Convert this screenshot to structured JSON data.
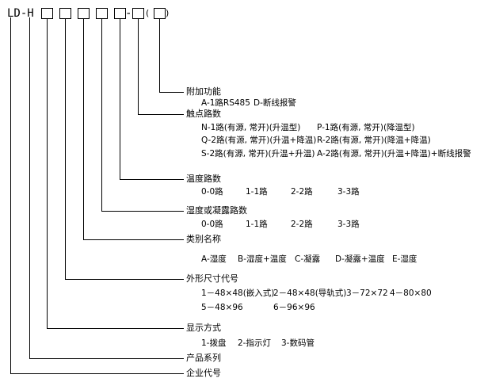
{
  "header": {
    "prefix": "LD-H",
    "dash": "-",
    "open_paren": "(",
    "close_paren": ")"
  },
  "sections": [
    {
      "title": "附加功能",
      "rows": [
        [
          "A-1路RS485",
          "D-断线报警"
        ]
      ]
    },
    {
      "title": "触点路数",
      "rows": [
        [
          "N-1路(有源, 常开)(升温型)",
          "P-1路(有源, 常开)(降温型)"
        ],
        [
          "Q-2路(有源, 常开)(升温+降温)",
          "R-2路(有源, 常开)(降温+降温)"
        ],
        [
          "S-2路(有源, 常开)(升温+升温)",
          "A-2路(有源, 常开)(升温+降温)+断线报警"
        ]
      ]
    },
    {
      "title": "温度路数",
      "rows": [
        [
          "0-0路",
          "1-1路",
          "2-2路",
          "3-3路"
        ]
      ]
    },
    {
      "title": "湿度或凝露路数",
      "rows": [
        [
          "0-0路",
          "1-1路",
          "2-2路",
          "3-3路"
        ]
      ]
    },
    {
      "title": "类别名称",
      "rows": [
        [
          "A-湿度",
          "B-湿度+温度",
          "C-凝露",
          "D-凝露+温度",
          "E-湿度"
        ]
      ]
    },
    {
      "title": "外形尺寸代号",
      "rows": [
        [
          "1－48×48(嵌入式)",
          "2－48×48(导轨式)",
          "3－72×72",
          "4－80×80"
        ],
        [
          "5－48×96",
          "6－96×96"
        ]
      ]
    },
    {
      "title": "显示方式",
      "rows": [
        [
          "1-拨盘",
          "2-指示灯",
          "3-数码管"
        ]
      ]
    },
    {
      "title": "产品系列",
      "rows": []
    },
    {
      "title": "企业代号",
      "rows": []
    }
  ]
}
